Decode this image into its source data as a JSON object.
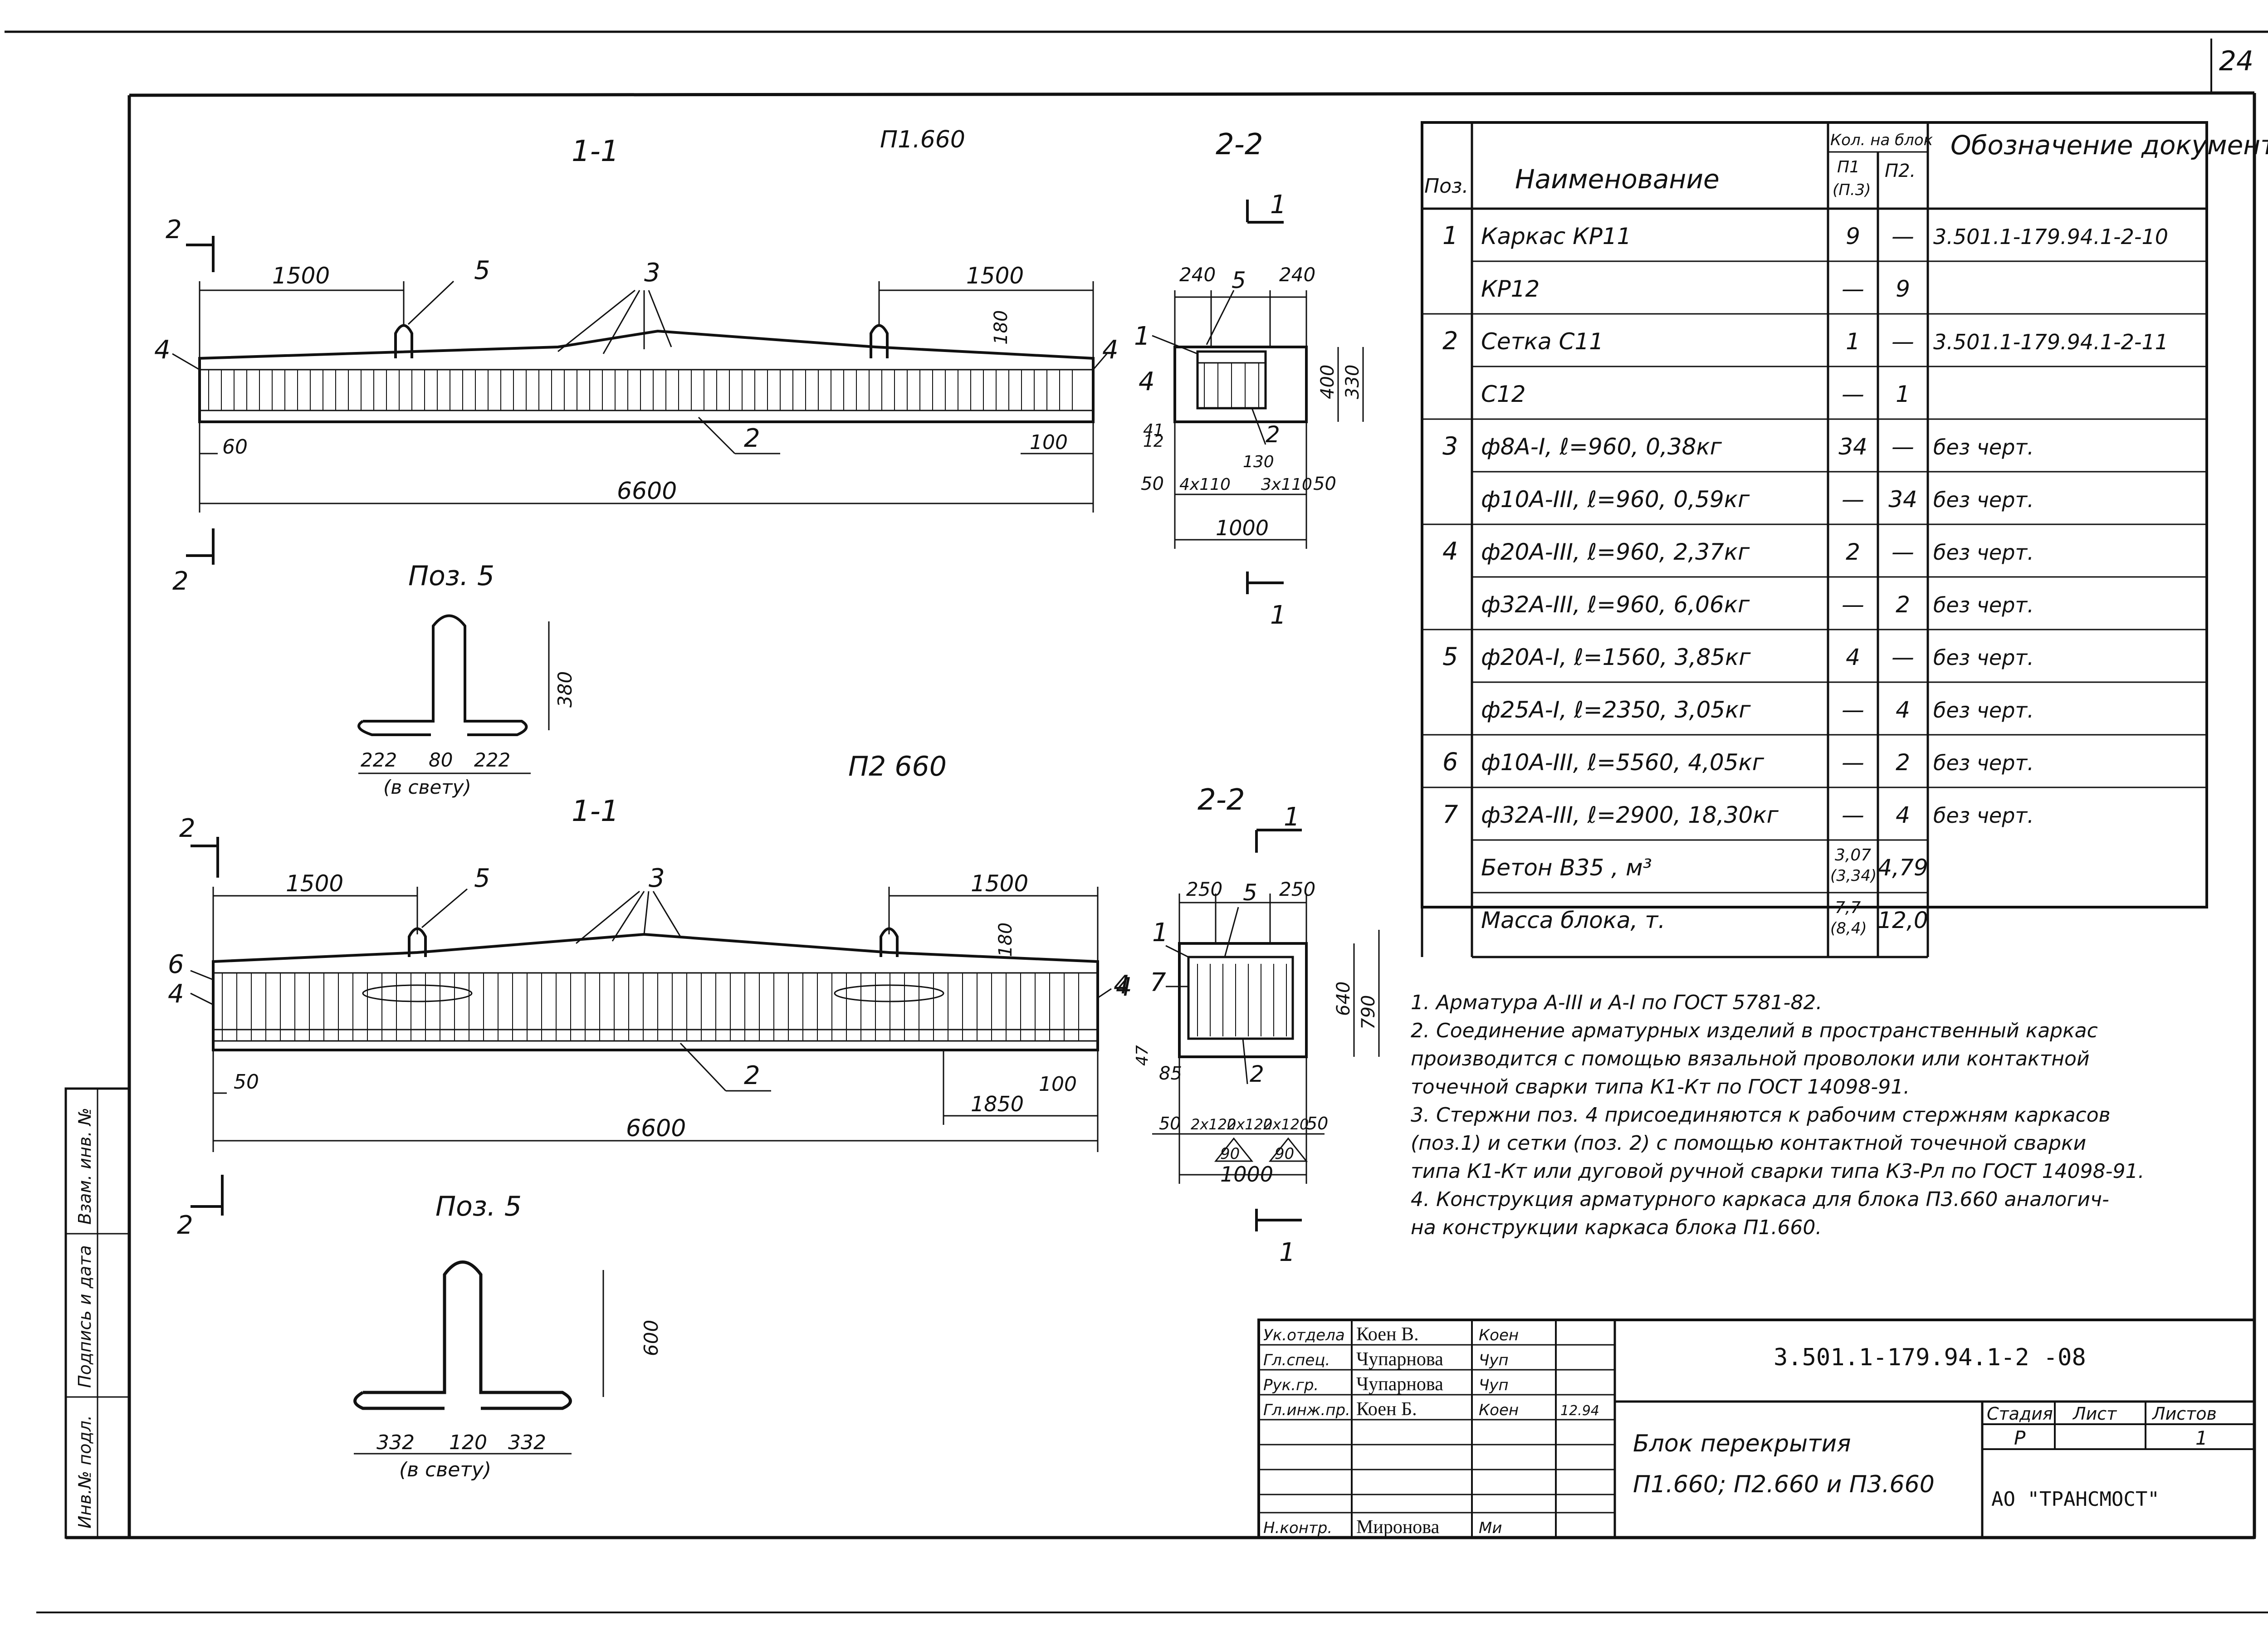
{
  "sheet_no": "24",
  "block1": {
    "title": "П1.660",
    "sec_label": "1-1",
    "cut_top": "2",
    "cut_bottom": "2",
    "dim_left": "1500",
    "dim_right": "1500",
    "dim_total": "6600",
    "dim_end_left": "60",
    "dim_end_right": "100",
    "dim_rise": "180",
    "pos_labels": {
      "p5": "5",
      "p3": "3",
      "p4a": "4",
      "p4b": "4",
      "p2": "2"
    },
    "section2": {
      "label": "2-2",
      "cut_top": "1",
      "cut_bottom": "1",
      "dims": {
        "top_left": "240",
        "top_right": "240",
        "h_inner": "400",
        "h_total": "330",
        "left_step": "41",
        "bottom_a": "12",
        "b1": "50",
        "b2": "4х110",
        "b3": "130",
        "b4": "3х110",
        "b5": "50",
        "width": "1000"
      },
      "pos": {
        "p1": "1",
        "p5": "5",
        "p4": "4",
        "p2": "2"
      }
    },
    "poz5": {
      "title": "Поз. 5",
      "h": "380",
      "a": "222",
      "b": "80",
      "c": "222",
      "note": "(в свету)"
    }
  },
  "block2": {
    "title": "П2 660",
    "sec_label": "1-1",
    "cut_top": "2",
    "cut_bottom": "2",
    "dim_left": "1500",
    "dim_right": "1500",
    "dim_total": "6600",
    "dim_end_left": "50",
    "dim_end_right": "100",
    "dim_span": "1850",
    "dim_rise": "180",
    "pos_labels": {
      "p5": "5",
      "p3": "3",
      "p6": "6",
      "p4a": "4",
      "p4b": "4",
      "p2": "2"
    },
    "section2": {
      "label": "2-2",
      "cut_top": "1",
      "cut_bottom": "1",
      "dims": {
        "top_left": "250",
        "top_right": "250",
        "h_inner": "640",
        "h_total": "790",
        "left_step": "47",
        "a": "85",
        "b1": "50",
        "b2": "2х120",
        "b3": "2х120",
        "b4": "2х120",
        "b5": "50",
        "c1": "90",
        "c2": "90",
        "width": "1000"
      },
      "pos": {
        "p1": "1",
        "p7": "7",
        "p5": "5",
        "p4": "4",
        "p2": "2"
      }
    },
    "poz5": {
      "title": "Поз. 5",
      "h": "600",
      "a": "332",
      "b": "120",
      "c": "332",
      "note": "(в свету)"
    }
  },
  "spec": {
    "headers": {
      "poz": "Поз.",
      "name": "Наименование",
      "qty": "Кол. на блок",
      "p1": "П1",
      "p1b": "(П.3)",
      "p2": "П2.",
      "doc": "Обозначение документа"
    },
    "rows": [
      {
        "poz": "1",
        "name": "Каркас   КР11",
        "p1": "9",
        "p2": "—",
        "doc": "3.501.1-179.94.1-2-10"
      },
      {
        "poz": "",
        "name": "КР12",
        "p1": "—",
        "p2": "9",
        "doc": ""
      },
      {
        "poz": "2",
        "name": "Сетка        С11",
        "p1": "1",
        "p2": "—",
        "doc": "3.501.1-179.94.1-2-11"
      },
      {
        "poz": "",
        "name": "С12",
        "p1": "—",
        "p2": "1",
        "doc": ""
      },
      {
        "poz": "3",
        "name": "ф8А-I,   ℓ=960,   0,38кг",
        "p1": "34",
        "p2": "—",
        "doc": "без черт."
      },
      {
        "poz": "",
        "name": "ф10А-III,   ℓ=960,   0,59кг",
        "p1": "—",
        "p2": "34",
        "doc": "без черт."
      },
      {
        "poz": "4",
        "name": "ф20А-III,   ℓ=960,   2,37кг",
        "p1": "2",
        "p2": "—",
        "doc": "без черт."
      },
      {
        "poz": "",
        "name": "ф32А-III,   ℓ=960,   6,06кг",
        "p1": "—",
        "p2": "2",
        "doc": "без черт."
      },
      {
        "poz": "5",
        "name": "ф20А-I,   ℓ=1560,   3,85кг",
        "p1": "4",
        "p2": "—",
        "doc": "без черт."
      },
      {
        "poz": "",
        "name": "ф25А-I,   ℓ=2350,   3,05кг",
        "p1": "—",
        "p2": "4",
        "doc": "без черт."
      },
      {
        "poz": "6",
        "name": "ф10А-III,   ℓ=5560,   4,05кг",
        "p1": "—",
        "p2": "2",
        "doc": "без черт."
      },
      {
        "poz": "7",
        "name": "ф32А-III,   ℓ=2900,   18,30кг",
        "p1": "—",
        "p2": "4",
        "doc": "без черт."
      },
      {
        "poz": "",
        "name": "Бетон   В35 ,     м³",
        "p1": "3,07",
        "p1b": "(3,34)",
        "p2": "4,79",
        "doc": ""
      },
      {
        "poz": "",
        "name": "Масса   блока,    т.",
        "p1": "7,7",
        "p1b": "(8,4)",
        "p2": "12,0",
        "doc": ""
      }
    ]
  },
  "notes": [
    "1. Арматура А-III и А-I по ГОСТ 5781-82.",
    "2. Соединение арматурных изделий в пространственный каркас",
    "производится с помощью вязальной проволоки или контактной",
    "точечной сварки типа К1-Кт по ГОСТ 14098-91.",
    "3. Стержни поз. 4 присоединяются к рабочим стержням каркасов",
    "(поз.1) и сетки (поз. 2) с помощью контактной точечной сварки",
    "типа К1-Кт или дуговой ручной сварки типа К3-Рл по ГОСТ 14098-91.",
    "4. Конструкция арматурного каркаса для блока П3.660 аналогич-",
    "на конструкции каркаса блока П1.660."
  ],
  "stamp": {
    "doc_code": "3.501.1-179.94.1-2 -08",
    "roles": [
      {
        "role": "Ук.отдела",
        "name": "Коен В.",
        "sign": "Коен"
      },
      {
        "role": "Гл.спец.",
        "name": "Чупарнова",
        "sign": "Чуп"
      },
      {
        "role": "Рук.гр.",
        "name": "Чупарнова",
        "sign": "Чуп"
      },
      {
        "role": "Гл.инж.пр.",
        "name": "Коен Б.",
        "sign": "Коен",
        "date": "12.94"
      },
      {
        "role": "Н.контр.",
        "name": "Миронова",
        "sign": "Ми"
      }
    ],
    "title_line1": "Блок   перекрытия",
    "title_line2": "П1.660;  П2.660  и  П3.660",
    "stage_h": "Стадия",
    "sheet_h": "Лист",
    "sheets_h": "Листов",
    "stage": "Р",
    "sheets": "1",
    "org": "АО \"ТРАНСМОСТ\""
  },
  "side_stamp": {
    "l1": "Инв.№ подл.",
    "l2": "Подпись и дата",
    "l3": "Взам. инв. №"
  }
}
